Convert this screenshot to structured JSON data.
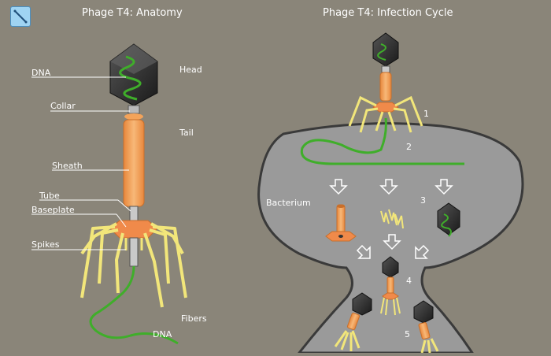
{
  "titles": {
    "anatomy": "Phage T4: Anatomy",
    "cycle": "Phage T4: Infection Cycle"
  },
  "labels": {
    "dna_top": "DNA",
    "head": "Head",
    "collar": "Collar",
    "tail": "Tail",
    "sheath": "Sheath",
    "tube": "Tube",
    "baseplate": "Baseplate",
    "spikes": "Spikes",
    "fibers": "Fibers",
    "dna_bottom": "DNA",
    "bacterium": "Bacterium"
  },
  "steps": [
    "1",
    "2",
    "3",
    "4",
    "5"
  ],
  "toolbar": {
    "icon": "diagonal-line-icon"
  },
  "colors": {
    "background": "#8a8579",
    "head": "#2b2b2b",
    "dna": "#3fae2a",
    "tail_orange": "#f3a35a",
    "fibers_yellow": "#f2e67a",
    "bacterium": "#9a9a9a",
    "bacterium_outline": "#3a3a3a"
  }
}
